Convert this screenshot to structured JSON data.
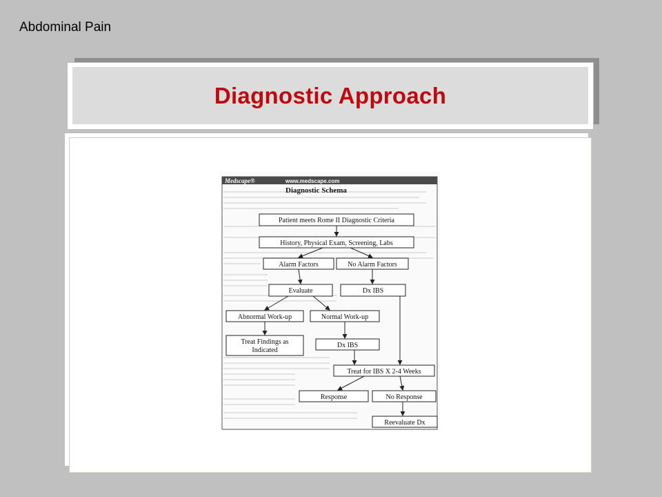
{
  "slide": {
    "label": "Abdominal Pain",
    "title": "Diagnostic Approach"
  },
  "schema": {
    "brand": "Medscape®",
    "url": "www.medscape.com",
    "heading": "Diagnostic Schema",
    "nodes": {
      "criteria": "Patient meets Rome II Diagnostic Criteria",
      "history": "History, Physical Exam, Screening, Labs",
      "alarm": "Alarm Factors",
      "no_alarm": "No Alarm Factors",
      "evaluate": "Evaluate",
      "dx_ibs_right": "Dx IBS",
      "abnormal": "Abnormal Work-up",
      "normal": "Normal Work-up",
      "treat_findings_1": "Treat Findings as",
      "treat_findings_2": "Indicated",
      "dx_ibs_mid": "Dx IBS",
      "treat_ibs": "Treat for IBS X 2-4 Weeks",
      "response": "Response",
      "no_response": "No Response",
      "reevaluate": "Reevaluate Dx"
    }
  },
  "colors": {
    "background": "#c0c0c0",
    "title": "#c0080f",
    "panel": "#dcdcdc"
  }
}
